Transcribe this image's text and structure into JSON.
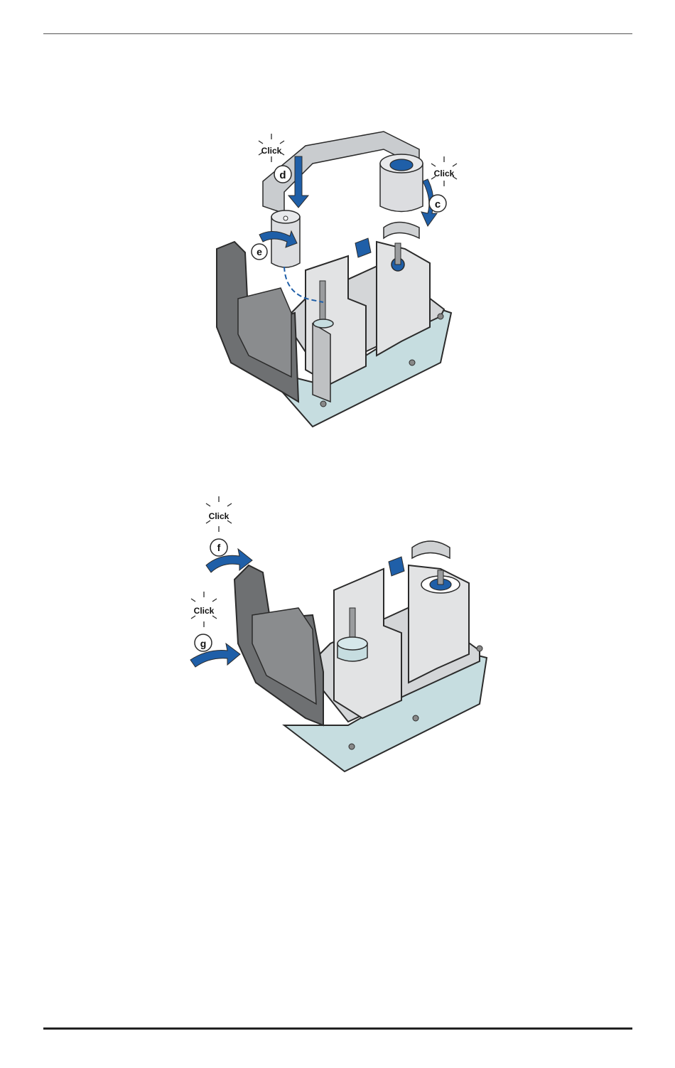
{
  "figure_top": {
    "step_d": "d",
    "step_c": "c",
    "step_e": "e",
    "click_d": "Click",
    "click_c": "Click"
  },
  "figure_bottom": {
    "step_f": "f",
    "step_g": "g",
    "click_f": "Click",
    "click_g": "Click"
  },
  "colors": {
    "accent_blue": "#1f5fa8",
    "cartridge_gray": "#c9cccf",
    "base_teal": "#c6dde0",
    "outline": "#2b2b2b"
  }
}
